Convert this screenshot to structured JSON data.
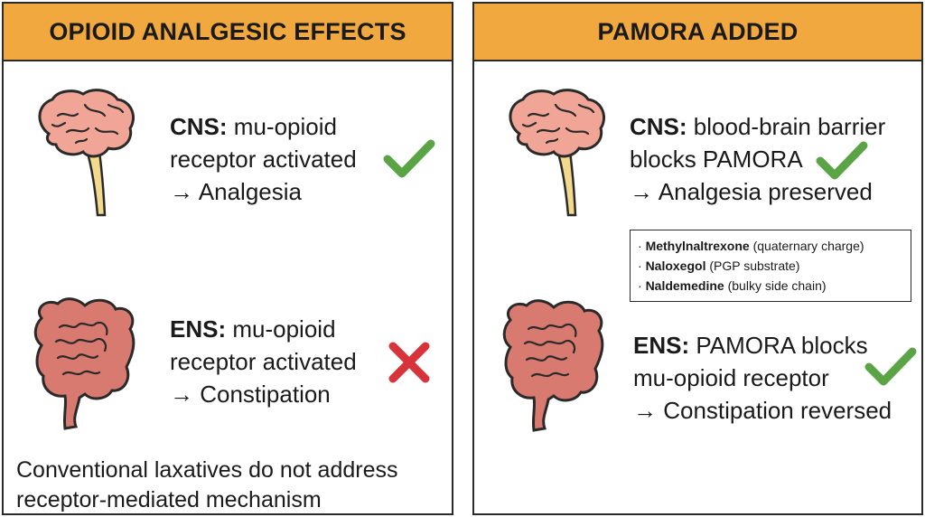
{
  "left": {
    "header": "OPIOID ANALGESIC EFFECTS",
    "cns": {
      "label": "CNS:",
      "line1": "mu-opioid",
      "line2": "receptor activated",
      "line3": "→ Analgesia",
      "icon": "check-icon"
    },
    "ens": {
      "label": "ENS:",
      "line1": "mu-opioid",
      "line2": "receptor activated",
      "line3": "→ Constipation",
      "icon": "cross-icon"
    },
    "note_line1": "Conventional laxatives do not address",
    "note_line2": "receptor-mediated mechanism"
  },
  "right": {
    "header": "PAMORA ADDED",
    "cns": {
      "label": "CNS:",
      "line1": "blood-brain barrier",
      "line2": "blocks PAMORA",
      "line3": "→ Analgesia preserved",
      "icon": "check-icon"
    },
    "drugs": [
      {
        "bullet": "·",
        "name": "Methylnaltrexone",
        "detail": "(quaternary charge)"
      },
      {
        "bullet": "·",
        "name": "Naloxegol",
        "detail": "(PGP substrate)"
      },
      {
        "bullet": "·",
        "name": "Naldemedine",
        "detail": "(bulky side chain)"
      }
    ],
    "ens": {
      "label": "ENS:",
      "line1": "PAMORA blocks",
      "line2": "mu-opioid receptor",
      "line3": "→ Constipation reversed",
      "icon": "check-icon"
    }
  },
  "colors": {
    "header_bg": "#f1a93f",
    "check": "#5aa445",
    "cross": "#d8333a",
    "brain": "#f0a596",
    "intestine": "#d97a70",
    "spinal_cord": "#f2d98c"
  }
}
